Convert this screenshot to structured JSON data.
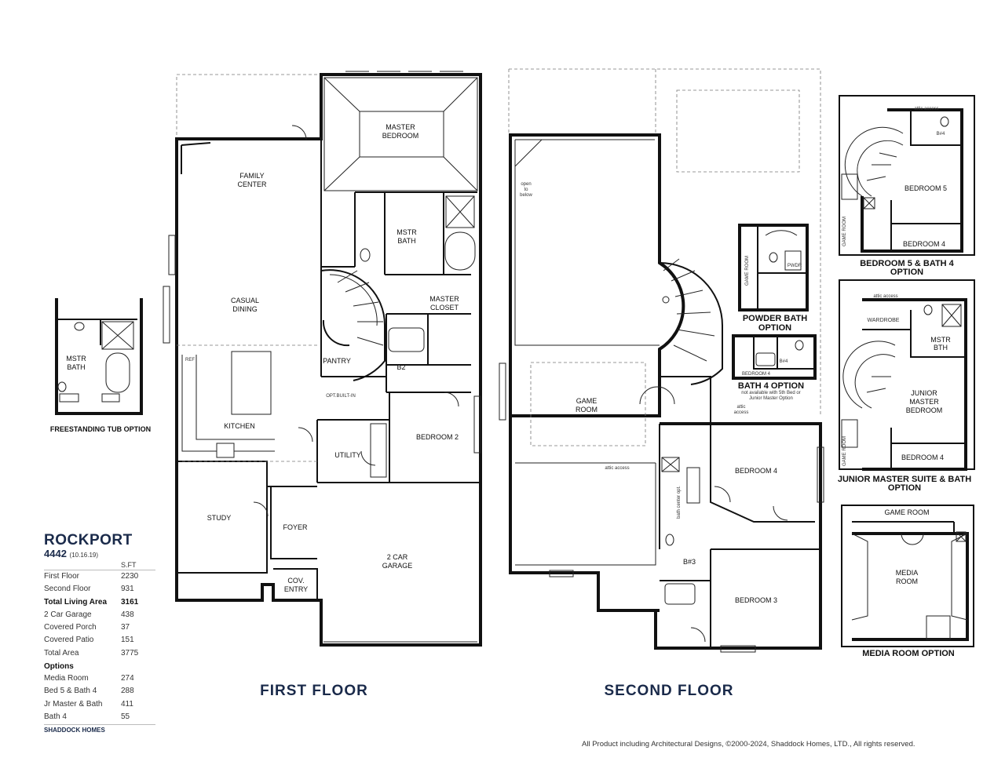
{
  "floor_titles": {
    "first": "FIRST FLOOR",
    "second": "SECOND FLOOR"
  },
  "first_floor_rooms": {
    "master_bedroom": [
      "MASTER",
      "BEDROOM"
    ],
    "family_center": [
      "FAMILY",
      "CENTER"
    ],
    "mstr_bath": [
      "MSTR",
      "BATH"
    ],
    "casual_dining": [
      "CASUAL",
      "DINING"
    ],
    "master_closet": [
      "MASTER",
      "CLOSET"
    ],
    "ref": "REF",
    "pantry": "PANTRY",
    "b2": "B2",
    "opt_built_in": "OPT.BUILT-IN",
    "kitchen": "KITCHEN",
    "bedroom_2": "BEDROOM 2",
    "utility": "UTILITY",
    "study": "STUDY",
    "foyer": "FOYER",
    "garage": [
      "2 CAR",
      "GARAGE"
    ],
    "cov_entry": [
      "COV.",
      "ENTRY"
    ]
  },
  "second_floor_rooms": {
    "open_to_below": [
      "open",
      "to",
      "below"
    ],
    "game_room": [
      "GAME",
      "ROOM"
    ],
    "attic_access_1": "attic access",
    "attic_access_2": [
      "attic",
      "access"
    ],
    "bedroom_4": "BEDROOM 4",
    "bedroom_3": "BEDROOM 3",
    "b3": "B#3",
    "linen": "bath center opt."
  },
  "options": {
    "freestanding_tub": {
      "room": [
        "MSTR",
        "BATH"
      ],
      "caption": "FREESTANDING TUB  OPTION"
    },
    "powder_bath": {
      "game_room": "GAME ROOM",
      "pwdr": "PWDR",
      "caption": [
        "POWDER BATH",
        "OPTION"
      ]
    },
    "bath4": {
      "b4": "B#4",
      "bedroom4": "BEDROOM 4",
      "caption": "BATH 4 OPTION",
      "note": [
        "not available with 5th Bed or",
        "Junior Master Option"
      ]
    },
    "bed5_bath4": {
      "attic": "attic access",
      "b4": "B#4",
      "bedroom5": "BEDROOM 5",
      "bedroom4": "BEDROOM 4",
      "game_room": "GAME ROOM",
      "caption": [
        "BEDROOM 5 & BATH 4",
        "OPTION"
      ]
    },
    "junior_master": {
      "attic": "attic access",
      "wardrobe": "WARDROBE",
      "mstr_bth": [
        "MSTR",
        "BTH"
      ],
      "junior": [
        "JUNIOR",
        "MASTER",
        "BEDROOM"
      ],
      "bedroom4": "BEDROOM 4",
      "game_room": "GAME ROOM",
      "caption": [
        "JUNIOR MASTER SUITE & BATH",
        "OPTION"
      ]
    },
    "media_room": {
      "game_room": "GAME ROOM",
      "media": [
        "MEDIA",
        "ROOM"
      ],
      "caption": "MEDIA ROOM OPTION"
    }
  },
  "legend": {
    "name": "ROCKPORT",
    "plan_number": "4442",
    "date": "(10.16.19)",
    "unit": "S.FT",
    "rows": [
      {
        "label": "First Floor",
        "value": "2230"
      },
      {
        "label": "Second Floor",
        "value": "931"
      },
      {
        "label": "Total Living Area",
        "value": "3161"
      },
      {
        "label": "2 Car Garage",
        "value": "438"
      },
      {
        "label": "Covered Porch",
        "value": "37"
      },
      {
        "label": "Covered Patio",
        "value": "151"
      },
      {
        "label": "Total Area",
        "value": "3775"
      }
    ],
    "options_heading": "Options",
    "option_rows": [
      {
        "label": "Media Room",
        "value": "274"
      },
      {
        "label": "Bed 5 & Bath 4",
        "value": "288"
      },
      {
        "label": "Jr Master & Bath",
        "value": "411"
      },
      {
        "label": "Bath 4",
        "value": "55"
      }
    ],
    "brand": "SHADDOCK HOMES"
  },
  "copyright": "All Product including Architectural Designs, ©2000-2024, Shaddock Homes, LTD., All rights reserved."
}
